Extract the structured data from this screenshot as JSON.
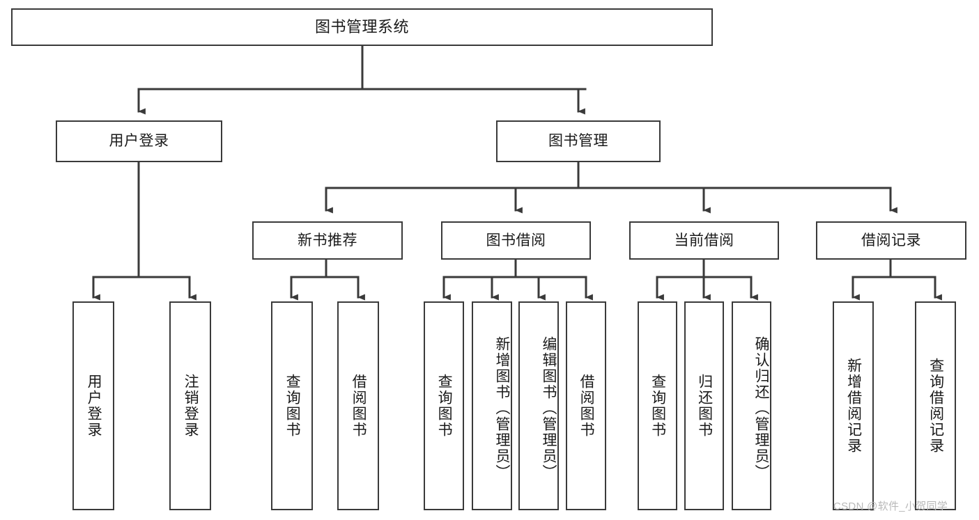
{
  "diagram": {
    "type": "hierarchy-tree",
    "title": "图书管理系统",
    "levels": 4,
    "root": {
      "label": "图书管理系统"
    },
    "level2": [
      {
        "id": "user-login",
        "label": "用户登录"
      },
      {
        "id": "book-management",
        "label": "图书管理"
      }
    ],
    "level3": [
      {
        "id": "new-book-recommend",
        "label": "新书推荐",
        "parent": "book-management"
      },
      {
        "id": "book-borrow",
        "label": "图书借阅",
        "parent": "book-management"
      },
      {
        "id": "current-borrow",
        "label": "当前借阅",
        "parent": "book-management"
      },
      {
        "id": "borrow-record",
        "label": "借阅记录",
        "parent": "book-management"
      }
    ],
    "leaves": [
      {
        "id": "leaf-user-login",
        "label": "用户登录",
        "parent": "user-login"
      },
      {
        "id": "leaf-logout",
        "label": "注销登录",
        "parent": "user-login"
      },
      {
        "id": "leaf-query-book-1",
        "label": "查询图书",
        "parent": "new-book-recommend"
      },
      {
        "id": "leaf-borrow-book-1",
        "label": "借阅图书",
        "parent": "new-book-recommend"
      },
      {
        "id": "leaf-query-book-2",
        "label": "查询图书",
        "parent": "book-borrow"
      },
      {
        "id": "leaf-add-book",
        "label": "新增图书（管理员）",
        "parent": "book-borrow"
      },
      {
        "id": "leaf-edit-book",
        "label": "编辑图书（管理员）",
        "parent": "book-borrow"
      },
      {
        "id": "leaf-borrow-book-2",
        "label": "借阅图书",
        "parent": "book-borrow"
      },
      {
        "id": "leaf-query-book-3",
        "label": "查询图书",
        "parent": "current-borrow"
      },
      {
        "id": "leaf-return-book",
        "label": "归还图书",
        "parent": "current-borrow"
      },
      {
        "id": "leaf-confirm-return",
        "label": "确认归还（管理员）",
        "parent": "current-borrow"
      },
      {
        "id": "leaf-add-record",
        "label": "新增借阅记录",
        "parent": "borrow-record"
      },
      {
        "id": "leaf-query-record",
        "label": "查询借阅记录",
        "parent": "borrow-record"
      }
    ],
    "colors": {
      "box_border": "#3a3a3a",
      "box_fill": "#ffffff",
      "connector": "#3a3a3a",
      "text": "#1a1a1a",
      "watermark": "#b9b9b9",
      "background": "#ffffff"
    }
  },
  "watermark": {
    "text": "CSDN @软件_小贺同学"
  }
}
